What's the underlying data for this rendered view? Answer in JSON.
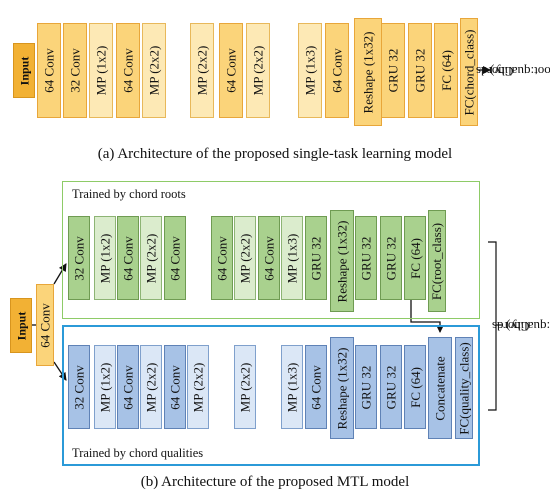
{
  "single_task": {
    "input": "Input",
    "layers": [
      "64 Conv",
      "32 Conv",
      "MP (1x2)",
      "64 Conv",
      "MP (2x2)",
      "MP (2x2)",
      "64 Conv",
      "MP (2x2)",
      "MP (1x3)",
      "64 Conv",
      "Reshape (1x32)",
      "GRU 32",
      "GRU 32",
      "FC (64)",
      "FC(chord_class)"
    ],
    "output": [
      "Chords",
      "(root:quality)"
    ],
    "caption": "(a) Architecture of the proposed single-task learning model"
  },
  "mtl": {
    "input": "Input",
    "shared": "64 Conv",
    "root_branch": {
      "label": "Trained by chord roots",
      "layers": [
        "32 Conv",
        "MP (1x2)",
        "64 Conv",
        "MP (2x2)",
        "64 Conv",
        "64 Conv",
        "MP (2x2)",
        "64 Conv",
        "MP (1x3)",
        "GRU 32",
        "Reshape (1x32)",
        "GRU 32",
        "GRU 32",
        "FC (64)",
        "FC(root_class)"
      ]
    },
    "quality_branch": {
      "label": "Trained by chord qualities",
      "layers": [
        "32 Conv",
        "MP (1x2)",
        "64 Conv",
        "MP (2x2)",
        "64 Conv",
        "MP (2x2)",
        "MP (2x2)",
        "MP (1x3)",
        "64 Conv",
        "Reshape (1x32)",
        "GRU 32",
        "GRU 32",
        "FC (64)",
        "Concatenate",
        "FC(quality_class)"
      ]
    },
    "output": [
      "Chords",
      "(root:quality)"
    ],
    "caption": "(b) Architecture of the proposed MTL model"
  }
}
